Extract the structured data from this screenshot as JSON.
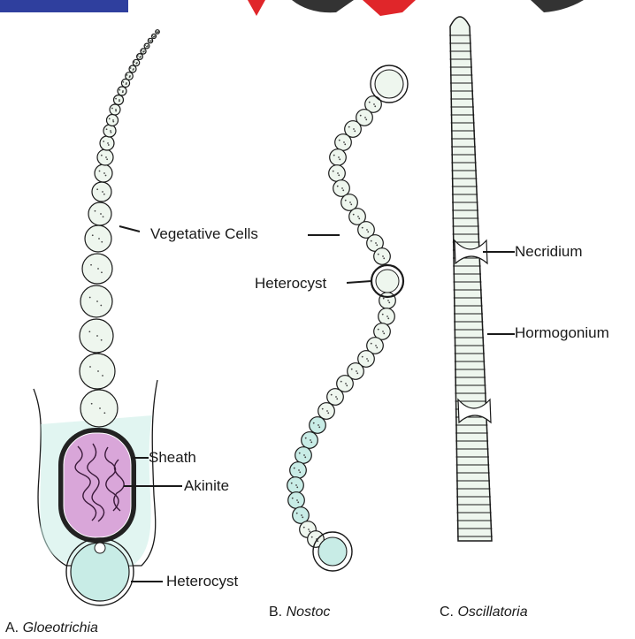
{
  "labels": {
    "vegetative_cells": "Vegetative Cells",
    "heterocyst_nostoc": "Heterocyst",
    "sheath": "Sheath",
    "akinite": "Akinite",
    "heterocyst_gloeotrichia": "Heterocyst",
    "necridium": "Necridium",
    "hormogonium": "Hormogonium"
  },
  "captions": {
    "a_prefix": "A.",
    "a_name": "Gloeotrichia",
    "b_prefix": "B.",
    "b_name": "Nostoc",
    "c_prefix": "C.",
    "c_name": "Oscillatoria"
  },
  "colors": {
    "banner_blue": "#2f3f9e",
    "banner_red": "#e0262a",
    "cell_fill": "#eef6ee",
    "sheath_fill": "#c8ece6",
    "akinete_fill": "#d9a6d9",
    "line": "#1a1a1a"
  }
}
